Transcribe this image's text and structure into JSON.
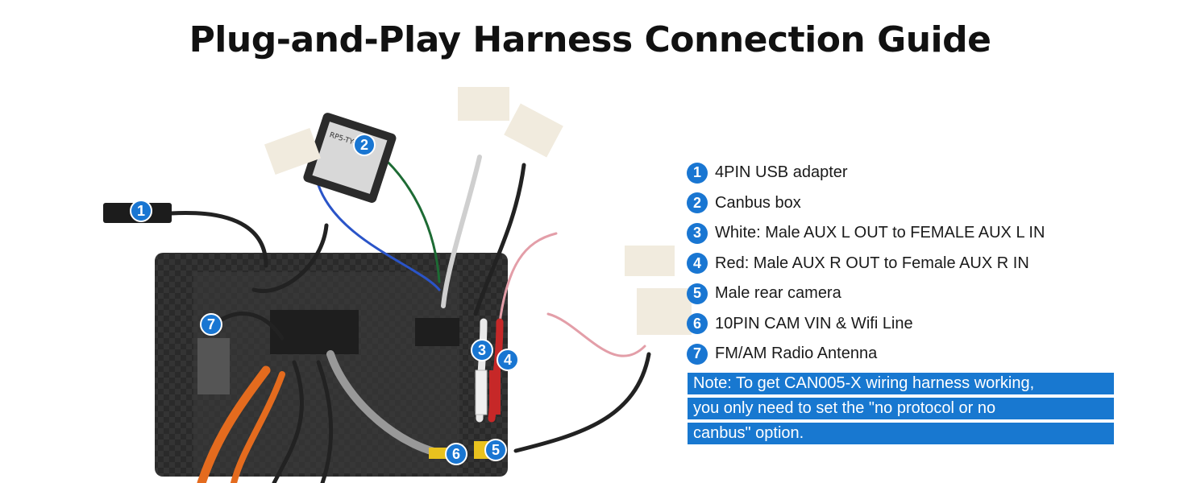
{
  "title": "Plug-and-Play Harness Connection Guide",
  "colors": {
    "accent": "#1976d2",
    "note_bg": "#1878d0"
  },
  "badges": [
    "1",
    "2",
    "3",
    "4",
    "5",
    "6",
    "7"
  ],
  "canbus_box_label": "RP5-TY-102",
  "legend": [
    {
      "num": "1",
      "label": "4PIN USB adapter"
    },
    {
      "num": "2",
      "label": "Canbus box"
    },
    {
      "num": "3",
      "label": "White: Male AUX L OUT to FEMALE AUX L IN"
    },
    {
      "num": "4",
      "label": "Red: Male AUX R OUT to Female AUX R IN"
    },
    {
      "num": "5",
      "label": "Male rear camera"
    },
    {
      "num": "6",
      "label": "10PIN CAM VIN & Wifi Line"
    },
    {
      "num": "7",
      "label": "FM/AM Radio Antenna"
    }
  ],
  "note": [
    "Note: To get CAN005-X wiring harness working,",
    "you only need to set the \"no protocol or no",
    "canbus\" option."
  ]
}
